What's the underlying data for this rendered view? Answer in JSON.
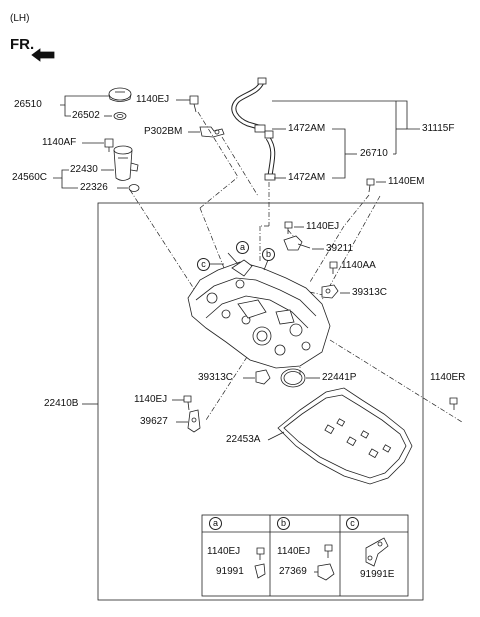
{
  "header": {
    "side": "(LH)",
    "fr": "FR."
  },
  "labels": {
    "p26510": "26510",
    "p26502": "26502",
    "p1140af": "1140AF",
    "p24560c": "24560C",
    "p22430": "22430",
    "p22326": "22326",
    "p1140ej_top": "1140EJ",
    "pP302bm": "P302BM",
    "p1472am_a": "1472AM",
    "p1472am_b": "1472AM",
    "p26710": "26710",
    "p31115f": "31115F",
    "p1140em": "1140EM",
    "p1140ej_mid": "1140EJ",
    "p39211": "39211",
    "p1140aa": "1140AA",
    "p39313c_r": "39313C",
    "p39313c_l": "39313C",
    "p22441p": "22441P",
    "p1140er": "1140ER",
    "p22410b": "22410B",
    "p1140ej_low": "1140EJ",
    "p39627": "39627",
    "p22453a": "22453A"
  },
  "callouts": {
    "a": "a",
    "b": "b",
    "c": "c"
  },
  "table": {
    "headers": [
      "a",
      "b",
      "c"
    ],
    "col_a": [
      "1140EJ",
      "91991"
    ],
    "col_b": [
      "1140EJ",
      "27369"
    ],
    "col_c": [
      "91991E"
    ]
  }
}
